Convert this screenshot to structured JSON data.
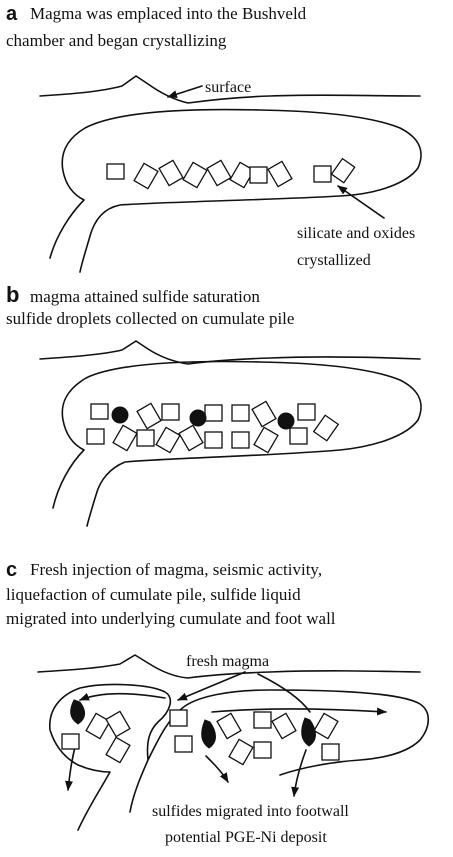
{
  "panels": {
    "a": {
      "letter": "a",
      "caption_line1": "Magma was emplaced into the Bushveld",
      "caption_line2": "chamber and began crystallizing",
      "surface_label": "surface",
      "crystal_label_line1": "silicate and oxides",
      "crystal_label_line2": "crystallized"
    },
    "b": {
      "letter": "b",
      "caption_line1": "magma attained sulfide saturation",
      "caption_line2": "sulfide droplets collected on cumulate pile"
    },
    "c": {
      "letter": "c",
      "caption_line1": "Fresh injection of magma, seismic activity,",
      "caption_line2": "liquefaction of cumulate pile, sulfide liquid",
      "caption_line3": "migrated into underlying cumulate and foot wall",
      "fresh_magma_label": "fresh magma",
      "footwall_label_line1": "sulfides migrated into footwall",
      "footwall_label_line2": "potential PGE-Ni deposit"
    }
  }
}
